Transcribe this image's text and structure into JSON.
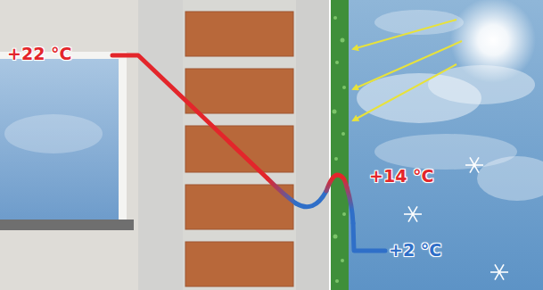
{
  "diagram": {
    "labels": [
      "+22 °C",
      "+14 °C",
      "+2 °C"
    ]
  }
}
